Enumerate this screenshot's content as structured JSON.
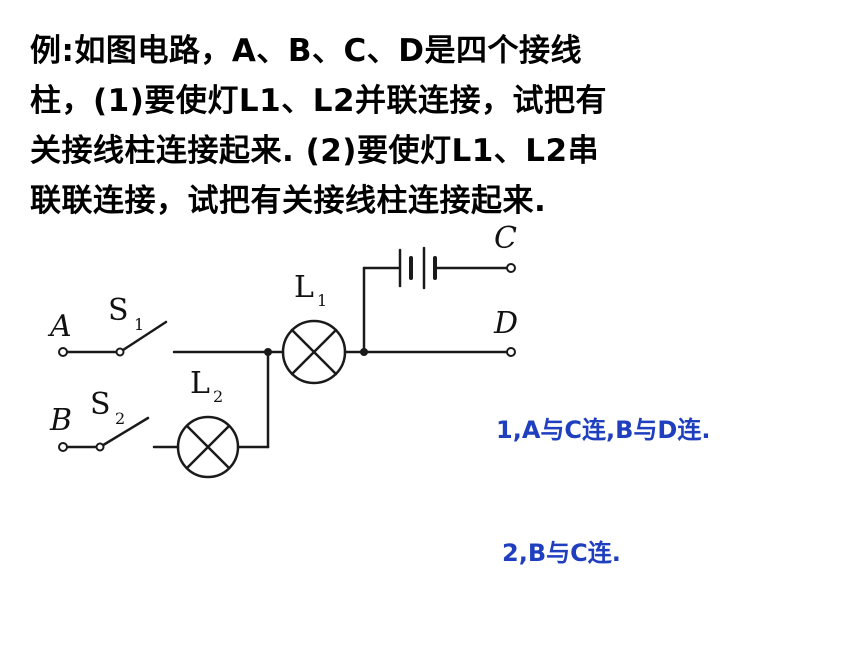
{
  "question": {
    "lines": [
      "例:如图电路，A、B、C、D是四个接线",
      "柱，(1)要使灯L1、L2并联连接，试把有",
      "关接线柱连接起来. (2)要使灯L1、L2串",
      "联联连接，试把有关接线柱连接起来."
    ]
  },
  "diagram": {
    "terminals": {
      "a": "A",
      "b": "B",
      "c": "C",
      "d": "D"
    },
    "switches": {
      "s1": {
        "letter": "S",
        "sub": "1"
      },
      "s2": {
        "letter": "S",
        "sub": "2"
      }
    },
    "lamps": {
      "l1": {
        "letter": "L",
        "sub": "1"
      },
      "l2": {
        "letter": "L",
        "sub": "2"
      }
    },
    "colors": {
      "wire": "#1a1a1a",
      "answer": "#1f3fbf"
    }
  },
  "answers": {
    "first": "1,A与C连,B与D连.",
    "second": "2,B与C连."
  }
}
